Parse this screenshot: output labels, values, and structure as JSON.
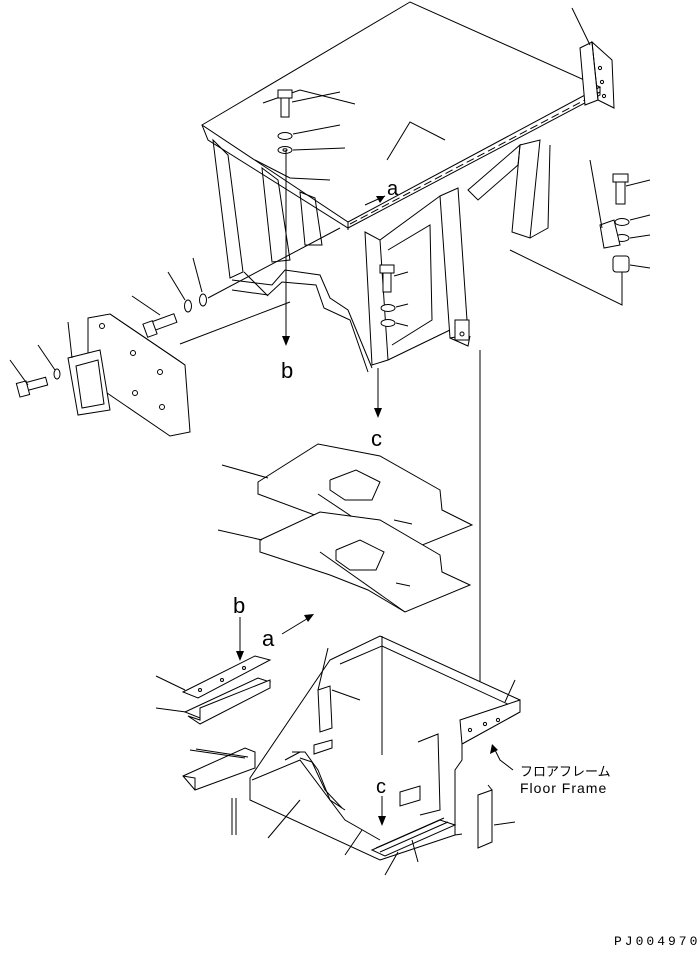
{
  "view_labels": {
    "a_top": "a",
    "b_top": "b",
    "c_top": "c",
    "b_bottom": "b",
    "a_bottom": "a",
    "c_bottom": "c"
  },
  "callout": {
    "japanese": "フロアフレーム",
    "english": "Floor Frame"
  },
  "drawing_code": "PJ004970"
}
